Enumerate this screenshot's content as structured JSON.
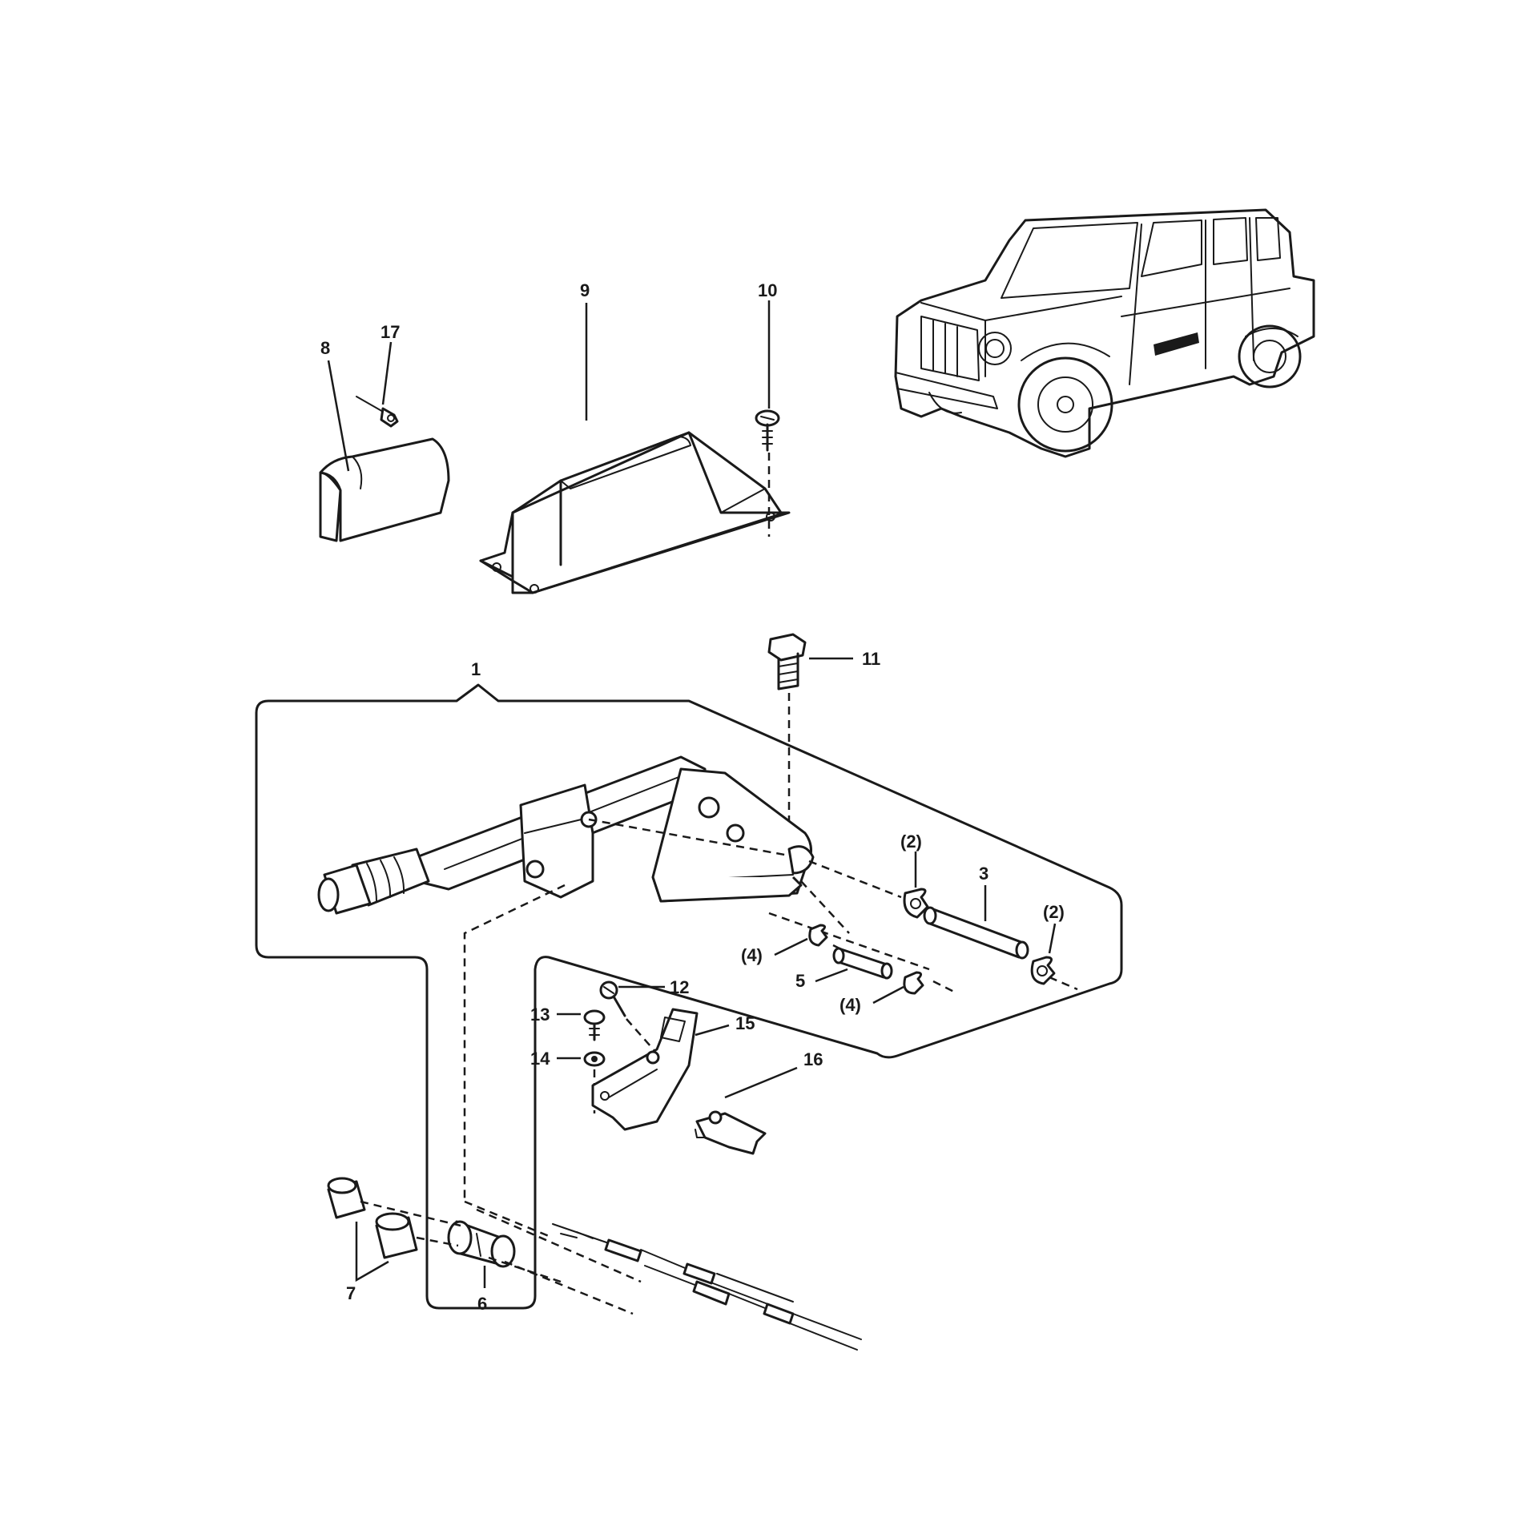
{
  "callouts": {
    "c1": "1",
    "c2a": "(2)",
    "c2b": "(2)",
    "c3": "3",
    "c4a": "(4)",
    "c4b": "(4)",
    "c5": "5",
    "c6": "6",
    "c7": "7",
    "c8": "8",
    "c9": "9",
    "c10": "10",
    "c11": "11",
    "c12": "12",
    "c13": "13",
    "c14": "14",
    "c15": "15",
    "c16": "16",
    "c17": "17"
  }
}
